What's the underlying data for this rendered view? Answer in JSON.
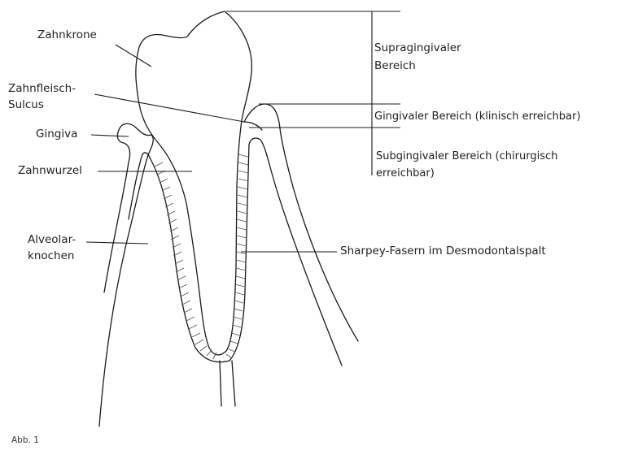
{
  "labels": {
    "zahnkrone": "Zahnkrone",
    "zahnfleisch_sulcus_line1": "Zahnfleisch-",
    "zahnfleisch_sulcus_line2": "Sulcus",
    "gingiva": "Gingiva",
    "zahnwurzel": "Zahnwurzel",
    "alveolar_line1": "Alveolar-",
    "alveolar_line2": "knochen",
    "supragingival_line1": "Supragingivaler",
    "supragingival_line2": "Bereich",
    "gingival": "Gingivaler Bereich (klinisch erreichbar)",
    "subgingival_line1": "Subgingivaler Bereich (chirurgisch",
    "subgingival_line2": "erreichbar)",
    "sharpey": "Sharpey-Fasern im Desmodontalspalt"
  },
  "caption": "Abb. 1"
}
